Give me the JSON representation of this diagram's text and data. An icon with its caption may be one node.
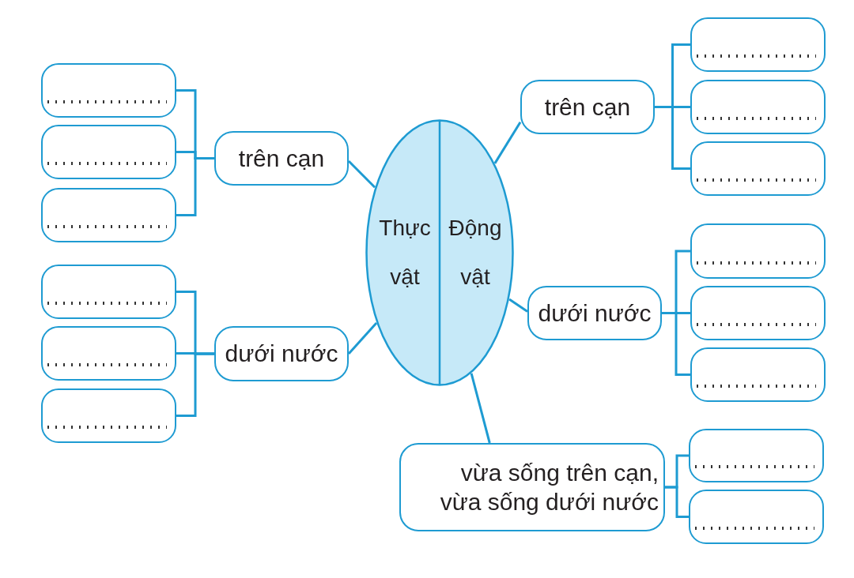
{
  "diagram": {
    "nodes": [
      {
        "text": [
          "Thực vật"
        ]
      },
      {
        "text": [
          "Động vật"
        ]
      },
      {
        "text": [
          "trên cạn"
        ]
      },
      {
        "text": [],
        "shape": "box"
      },
      {
        "text": [],
        "shape": "box"
      },
      {
        "text": [],
        "shape": "box"
      },
      {
        "text": [
          "dưới nước"
        ]
      },
      {
        "text": [],
        "shape": "box"
      },
      {
        "text": [],
        "shape": "box"
      },
      {
        "text": [],
        "shape": "box"
      },
      {
        "text": [
          "trên cạn"
        ]
      },
      {
        "text": [],
        "shape": "box"
      },
      {
        "text": [],
        "shape": "box"
      },
      {
        "text": [],
        "shape": "box"
      },
      {
        "text": [
          "dưới nước"
        ]
      },
      {
        "text": [],
        "shape": "box"
      },
      {
        "text": [],
        "shape": "box"
      },
      {
        "text": [],
        "shape": "box"
      },
      {
        "text": [
          "vừa sống trên cạn, vừa sống dưới nước"
        ]
      },
      {
        "text": [],
        "shape": "box"
      },
      {
        "text": [],
        "shape": "box"
      }
    ],
    "edges": [
      {
        "from": 0,
        "to": 2,
        "arrow": "none"
      },
      {
        "from": 0,
        "to": 6,
        "arrow": "none"
      },
      {
        "from": 2,
        "to": 3,
        "arrow": "none"
      },
      {
        "from": 2,
        "to": 4,
        "arrow": "none"
      },
      {
        "from": 2,
        "to": 5,
        "arrow": "none"
      },
      {
        "from": 6,
        "to": 7,
        "arrow": "none"
      },
      {
        "from": 6,
        "to": 8,
        "arrow": "none"
      },
      {
        "from": 6,
        "to": 9,
        "arrow": "none"
      },
      {
        "from": 1,
        "to": 10,
        "arrow": "none"
      },
      {
        "from": 1,
        "to": 14,
        "arrow": "none"
      },
      {
        "from": 1,
        "to": 18,
        "arrow": "none"
      },
      {
        "from": 10,
        "to": 11,
        "arrow": "none"
      },
      {
        "from": 10,
        "to": 12,
        "arrow": "none"
      },
      {
        "from": 10,
        "to": 13,
        "arrow": "none"
      },
      {
        "from": 14,
        "to": 15,
        "arrow": "none"
      },
      {
        "from": 14,
        "to": 16,
        "arrow": "none"
      },
      {
        "from": 14,
        "to": 17,
        "arrow": "none"
      },
      {
        "from": 18,
        "to": 19,
        "arrow": "none"
      },
      {
        "from": 18,
        "to": 20,
        "arrow": "none"
      }
    ]
  }
}
